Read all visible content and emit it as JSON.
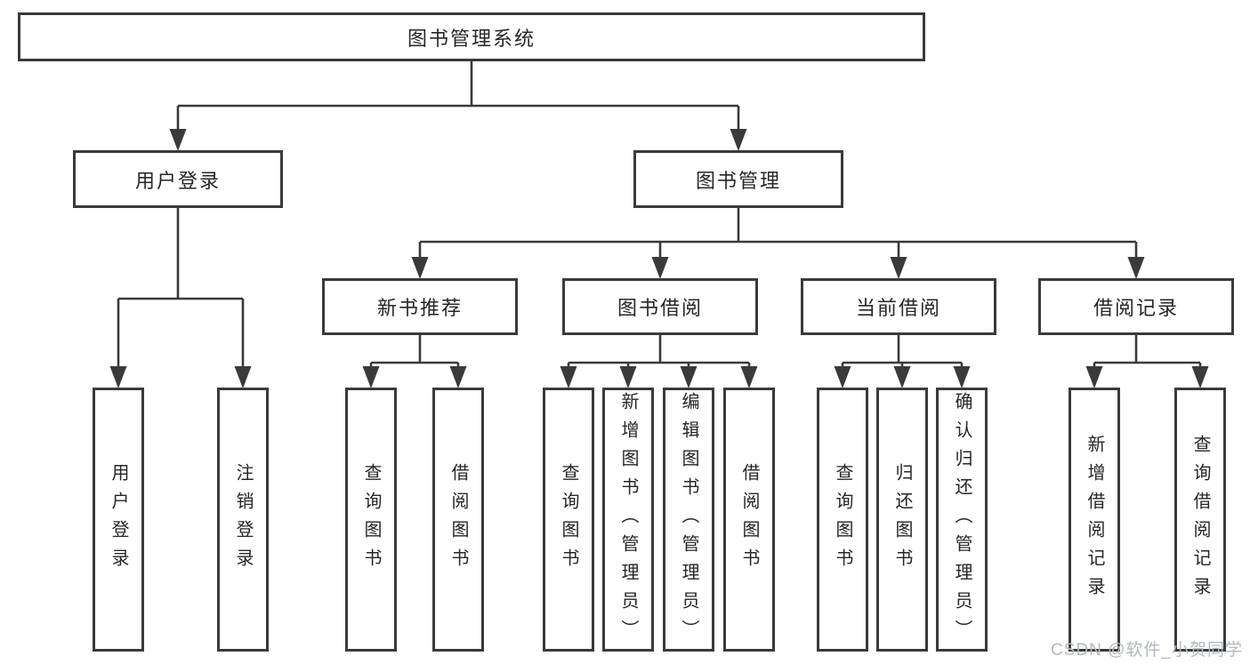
{
  "diagram": {
    "type": "hierarchy-tree",
    "root": {
      "label": "图书管理系统",
      "children": [
        {
          "label": "用户登录",
          "children": [
            {
              "label": "用户登录"
            },
            {
              "label": "注销登录"
            }
          ]
        },
        {
          "label": "图书管理",
          "children": [
            {
              "label": "新书推荐",
              "children": [
                {
                  "label": "查询图书"
                },
                {
                  "label": "借阅图书"
                }
              ]
            },
            {
              "label": "图书借阅",
              "children": [
                {
                  "label": "查询图书"
                },
                {
                  "label": "新增图书（管理员）"
                },
                {
                  "label": "编辑图书（管理员）"
                },
                {
                  "label": "借阅图书"
                }
              ]
            },
            {
              "label": "当前借阅",
              "children": [
                {
                  "label": "查询图书"
                },
                {
                  "label": "归还图书"
                },
                {
                  "label": "确认归还（管理员）"
                }
              ]
            },
            {
              "label": "借阅记录",
              "children": [
                {
                  "label": "新增借阅记录"
                },
                {
                  "label": "查询借阅记录"
                }
              ]
            }
          ]
        }
      ]
    }
  },
  "watermark": {
    "text": "CSDN @软件_小贺同学"
  },
  "colors": {
    "line": "#3a3a3a",
    "box_border": "#3a3a3a",
    "text": "#262626",
    "watermark": "#b3b7bf",
    "background": "#ffffff"
  }
}
